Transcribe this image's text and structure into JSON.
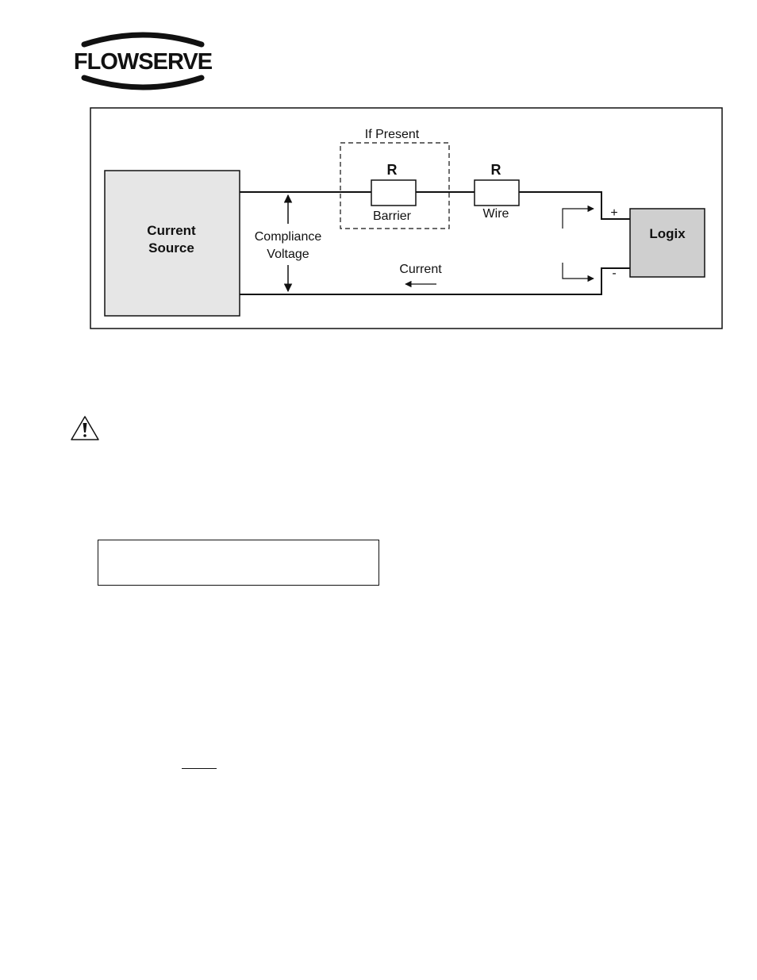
{
  "header": {
    "logo_text": "FLOWSERVE",
    "brand_color": "#111111"
  },
  "diagram": {
    "labels": {
      "if_present": "If Present",
      "barrier_r": "R",
      "barrier": "Barrier",
      "wire_r": "R",
      "wire": "Wire",
      "current_source_line1": "Current",
      "current_source_line2": "Source",
      "compliance_line1": "Compliance",
      "compliance_line2": "Voltage",
      "current": "Current",
      "logix": "Logix",
      "plus": "+",
      "minus": "-"
    },
    "colors": {
      "block_fill": "#e6e6e6",
      "logix_fill": "#cfcfcf",
      "line": "#111111"
    }
  },
  "icons": {
    "warning": "warning-triangle-icon"
  }
}
